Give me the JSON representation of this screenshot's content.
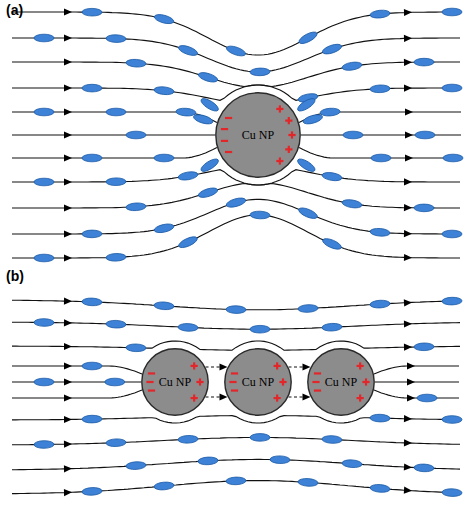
{
  "diagram": {
    "nodes": [
      {
        "text": [
          "Cu NP"
        ]
      },
      {
        "text": [
          "Cu NP"
        ]
      },
      {
        "text": [
          "Cu NP"
        ]
      },
      {
        "text": [
          "Cu NP"
        ]
      }
    ],
    "edges": [
      {
        "from": 1,
        "to": 2,
        "arrow": "to"
      },
      {
        "from": 1,
        "to": 2,
        "arrow": "to"
      },
      {
        "from": 2,
        "to": 3,
        "arrow": "to"
      },
      {
        "from": 2,
        "to": 3,
        "arrow": "to"
      }
    ],
    "labels": [
      "(a)",
      "(b)"
    ]
  }
}
